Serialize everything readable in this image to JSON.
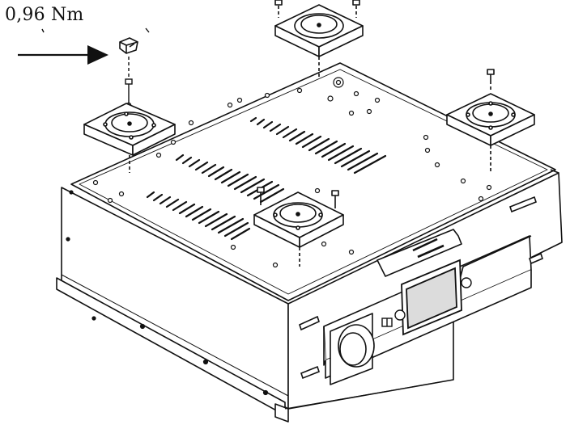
{
  "annotation": {
    "torque": "0,96 Nm"
  },
  "diagram": {
    "type": "exploded-assembly-view",
    "components": [
      "fan-unit",
      "fan-unit",
      "fan-unit",
      "fan-unit",
      "fan-screw",
      "torque-tool",
      "chassis",
      "display-panel",
      "rotary-knob"
    ],
    "colors": {
      "line": "#111111",
      "fill": "#ffffff",
      "screen": "#dcdcdc"
    }
  }
}
